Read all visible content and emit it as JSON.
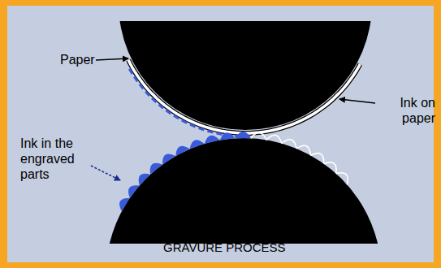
{
  "diagram": {
    "caption": "GRAVURE PROCESS",
    "labels": [
      "Paper",
      "Ink on paper",
      "Ink in the engraved parts"
    ]
  }
}
